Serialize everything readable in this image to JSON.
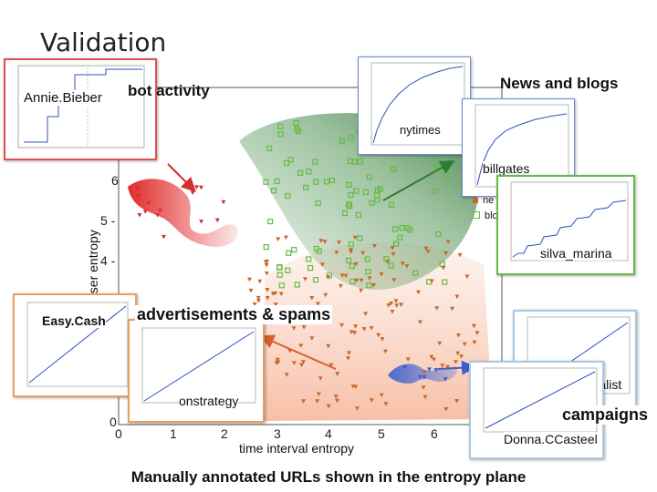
{
  "slide": {
    "title": "Validation",
    "caption": "Manually annotated URLs shown in the entropy plane"
  },
  "axes": {
    "xlabel": "time interval entropy",
    "ylabel": "user entropy",
    "xticks": [
      "0",
      "1",
      "2",
      "3",
      "4",
      "5",
      "6"
    ],
    "yticks": [
      "0",
      "4 -",
      "5 -",
      "6"
    ]
  },
  "regions": {
    "bot": "bot activity",
    "news": "News and blogs",
    "ads": "advertisements & spams",
    "campaigns": "campaigns"
  },
  "examples": {
    "annie": "Annie.Bieber",
    "nytimes": "nytimes",
    "billgates": "billgates",
    "silva": "silva_marina",
    "easycash": "Easy.Cash",
    "onstrategy": "onstrategy",
    "animalist": "animalist",
    "donna": "Donna.CCasteel"
  },
  "legend": {
    "partial_1": "ne",
    "partial_2": "blo"
  },
  "colors": {
    "bot": "#e02020",
    "news": "#2e7d32",
    "ads": "#e8774a",
    "campaigns": "#3a5fd0",
    "green_marker": "#66bb44",
    "orange_marker": "#c8682a"
  },
  "icons": {
    "arrow": "arrow-icon"
  }
}
